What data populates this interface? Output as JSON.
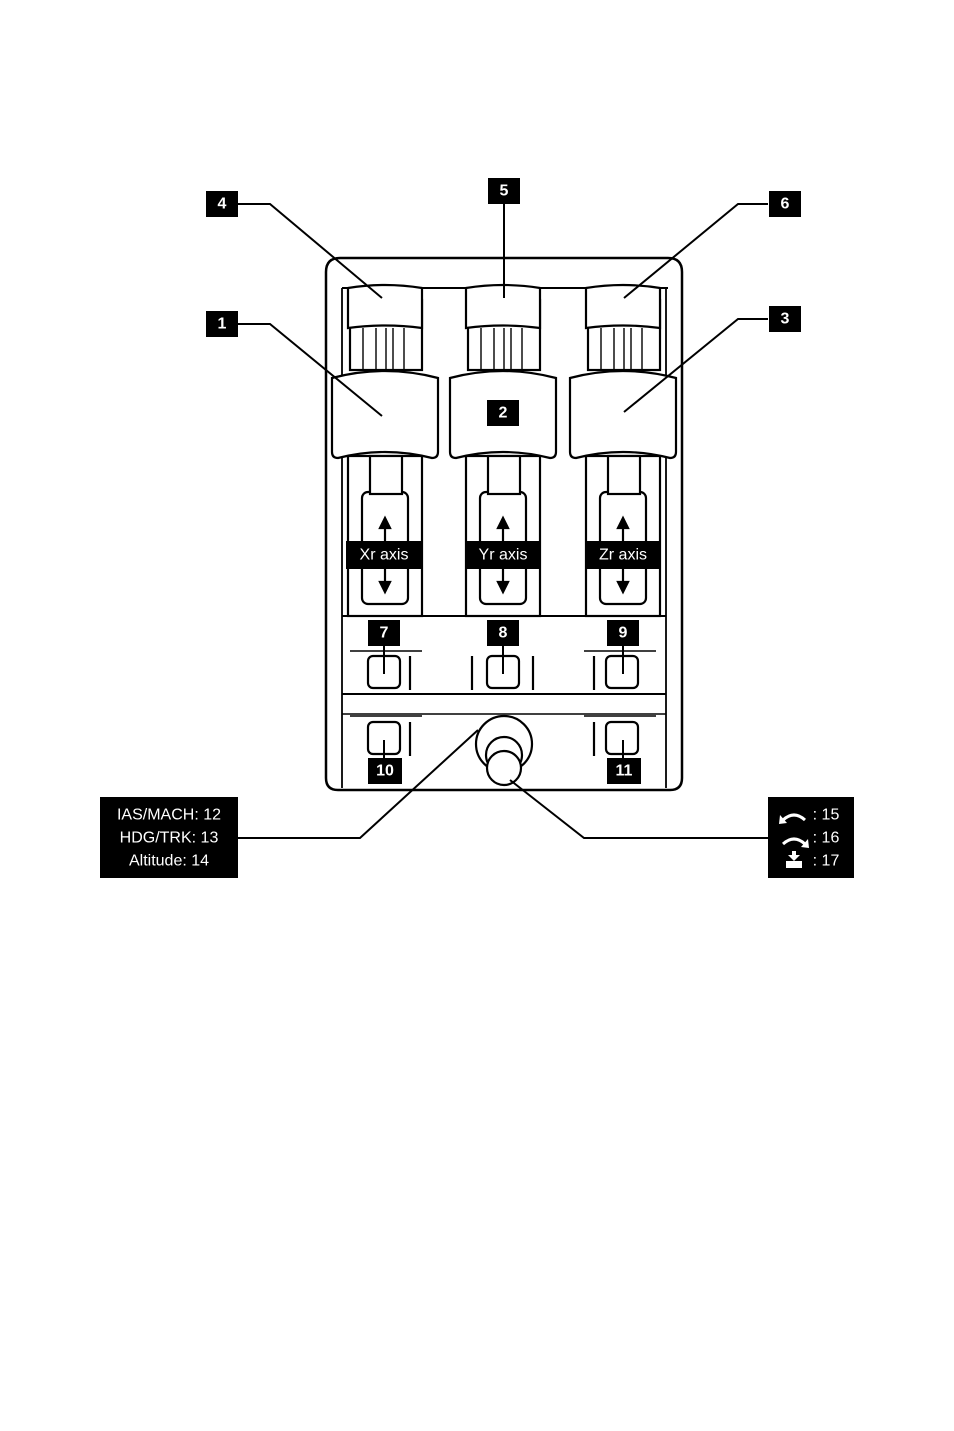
{
  "callouts": {
    "c1": "1",
    "c2": "2",
    "c3": "3",
    "c4": "4",
    "c5": "5",
    "c6": "6",
    "c7": "7",
    "c8": "8",
    "c9": "9",
    "c10": "10",
    "c11": "11"
  },
  "axes": {
    "xr": "Xr axis",
    "yr": "Yr axis",
    "zr": "Zr axis"
  },
  "left_box": {
    "line1": "IAS/MACH: 12",
    "line2": "HDG/TRK: 13",
    "line3": "Altitude: 14"
  },
  "right_box": {
    "line1": ": 15",
    "line2": ": 16",
    "line3": ": 17"
  },
  "icons": [
    "rotate-left-icon",
    "rotate-right-icon",
    "push-down-icon"
  ],
  "colors": {
    "ink": "#000000",
    "paper": "#ffffff"
  }
}
